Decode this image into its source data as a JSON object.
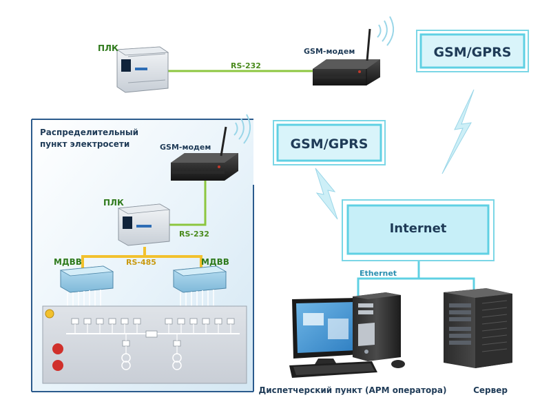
{
  "labels": {
    "plc_top": "ПЛК",
    "gsm_modem_top": "GSM-модем",
    "rs232_top": "RS-232",
    "gsm_gprs_right": "GSM/GPRS",
    "gsm_gprs_center": "GSM/GPRS",
    "substation_title_line1": "Распределительный",
    "substation_title_line2": "пункт электросети",
    "gsm_modem_sub": "GSM-модем",
    "plc_sub": "ПЛК",
    "rs232_sub": "RS-232",
    "mdvv_left": "МДВВ",
    "mdvv_right": "МДВВ",
    "rs485": "RS-485",
    "internet": "Internet",
    "ethernet": "Ethernet",
    "operator_station": "Диспетчерский пункт (АРМ оператора)",
    "server": "Сервер"
  },
  "colors": {
    "cyan_border": "#5fd0e3",
    "cyan_fill": "#bdeef6",
    "cable_green": "#8cc63f",
    "cable_yellow": "#f2c12e",
    "text_green": "#4a8a1c",
    "text_dark": "#1f3b57",
    "lightning": "#cdeff7"
  },
  "icons": [
    "plc-device-icon",
    "gsm-modem-icon",
    "antenna-icon",
    "lightning-icon",
    "io-module-icon",
    "computer-monitor-icon",
    "pc-tower-icon",
    "keyboard-icon",
    "mouse-icon",
    "server-rack-icon",
    "switchboard-icon"
  ]
}
